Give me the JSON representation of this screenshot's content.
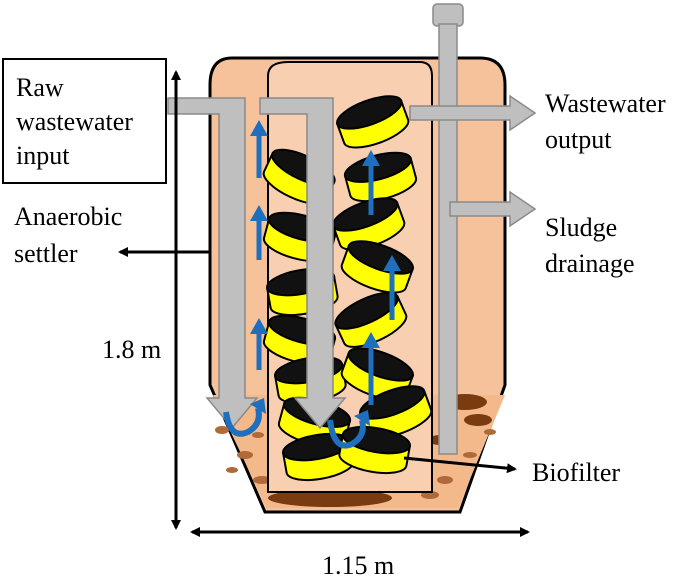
{
  "labels": {
    "raw_input": [
      "Raw",
      "wastewater",
      "input"
    ],
    "wastewater_output": [
      "Wastewater",
      "output"
    ],
    "anaerobic_settler": [
      "Anaerobic",
      "settler"
    ],
    "sludge_drainage": [
      "Sludge",
      "drainage"
    ],
    "height": "1.8 m",
    "biofilter": "Biofilter",
    "width": "1.15 m"
  },
  "colors": {
    "settler_fill": "#f6c29c",
    "inner_chamber": "#f9cfb2",
    "pipe": "#bfbfbf",
    "filter_media": "#ffff00",
    "flow_arrow": "#1f6fbf",
    "sludge": "#7a3b10",
    "outline": "#000000"
  },
  "icons": {
    "flow": "upward-arrow",
    "media": "cylinder-ring"
  }
}
